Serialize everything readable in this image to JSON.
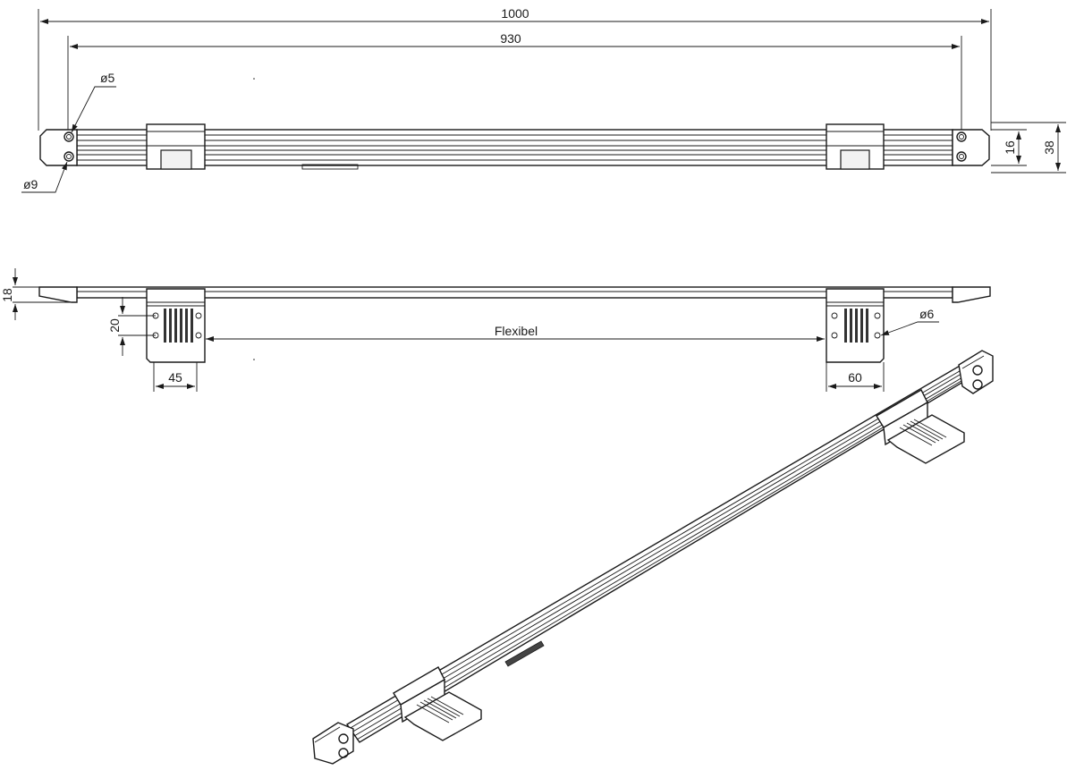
{
  "dimensions": {
    "overall_length": "1000",
    "hole_spacing_length": "930",
    "small_hole_diameter": "ø5",
    "large_hole_diameter": "ø9",
    "profile_height": "16",
    "overall_height": "38",
    "side_thickness": "18",
    "bracket_hole_spacing": "20",
    "bracket_distance": "Flexibel",
    "bracket_hole_diameter": "ø6",
    "left_bracket_width": "45",
    "right_bracket_width": "60"
  }
}
